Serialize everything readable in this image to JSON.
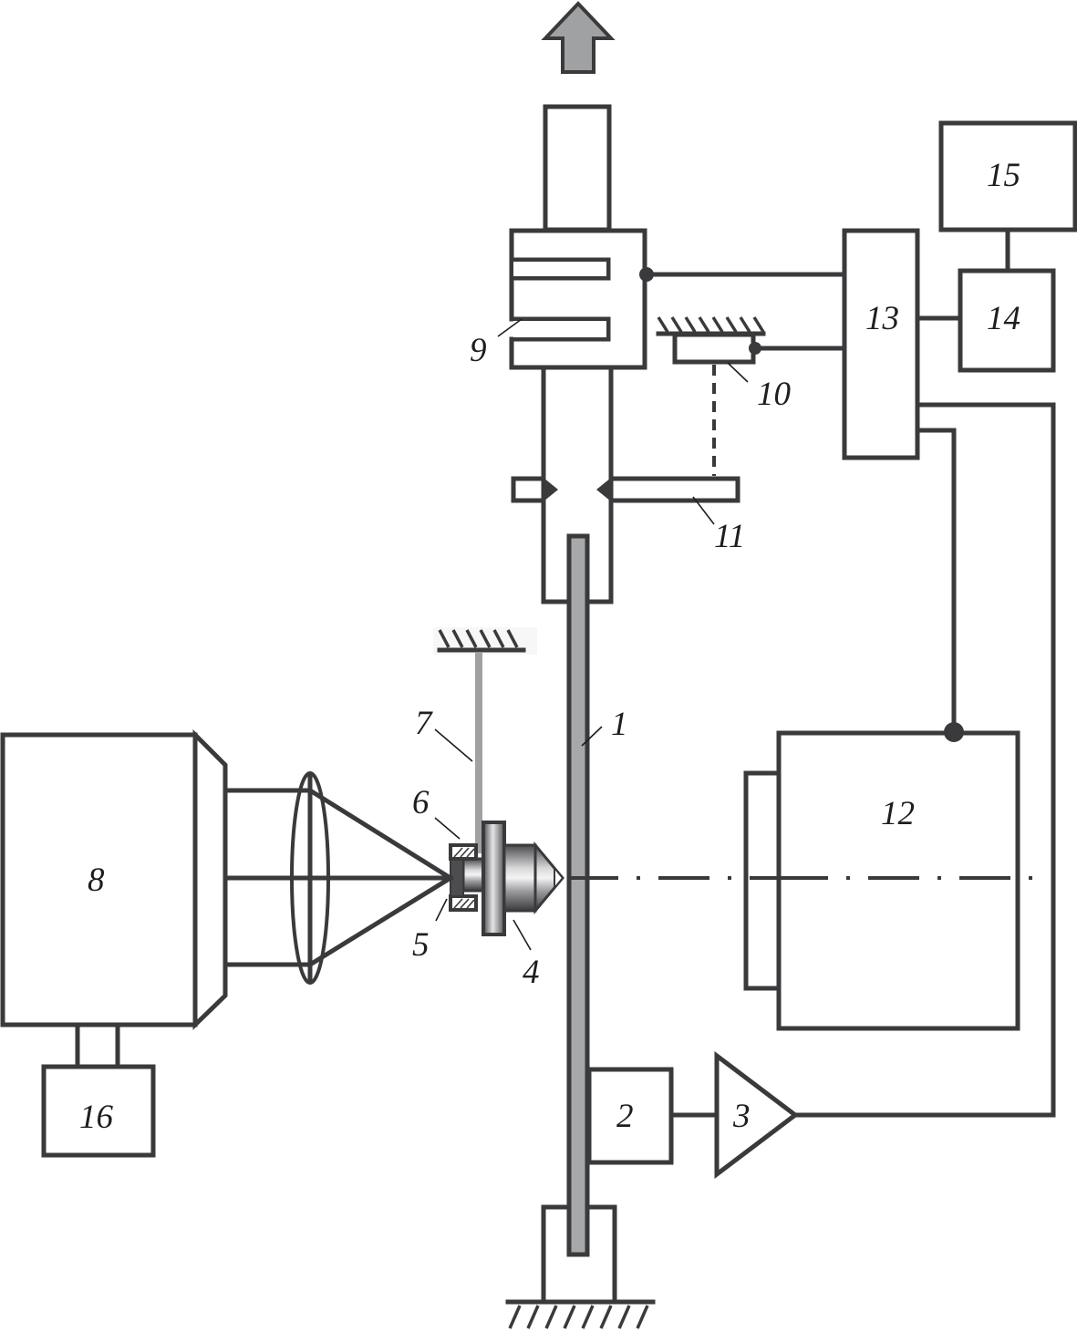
{
  "figure": {
    "title": "Experimental setup schematic",
    "colors": {
      "line": "#3a3a3c",
      "rod_fill": "#a7a8aa",
      "arrow_fill": "#a0a1a3",
      "label": "#1e1e1e",
      "background": "#ffffff"
    },
    "labels": {
      "rod": "1",
      "sensor": "2",
      "amplifier": "3",
      "holder": "4",
      "sample": "5",
      "clamp": "6",
      "suspension": "7",
      "laser": "8",
      "grip": "9",
      "actuator": "10",
      "lever": "11",
      "camera": "12",
      "controller": "13",
      "interface": "14",
      "computer": "15",
      "power_supply": "16"
    },
    "icons": {
      "load_direction": "up-arrow-icon",
      "ground": "ground-hatch-icon",
      "lens": "lens-icon",
      "amplifier": "triangle-amplifier-icon"
    }
  }
}
